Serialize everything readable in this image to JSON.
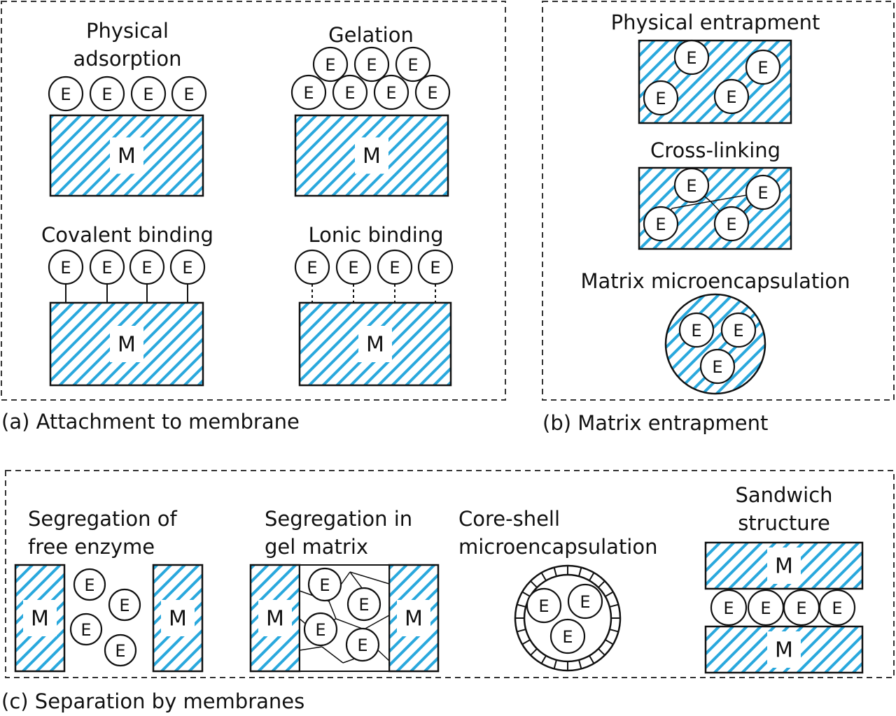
{
  "panels": {
    "a": {
      "caption": "(a) Attachment to membrane",
      "methods": [
        "Physical adsorption",
        "Gelation",
        "Covalent binding",
        "Lonic binding"
      ]
    },
    "b": {
      "caption": "(b) Matrix entrapment",
      "methods": [
        "Physical entrapment",
        "Cross-linking",
        "Matrix microencapsulation"
      ]
    },
    "c": {
      "caption": "(c) Separation by membranes",
      "methods": [
        "Segregation of free enzyme",
        "Segregation in gel matrix",
        "Core-shell microencapsulation",
        "Sandwich structure"
      ]
    }
  },
  "symbols": {
    "enzyme": "E",
    "membrane": "M"
  },
  "colors": {
    "hatch": "#29a8dd",
    "line": "#111111",
    "background": "#ffffff"
  }
}
